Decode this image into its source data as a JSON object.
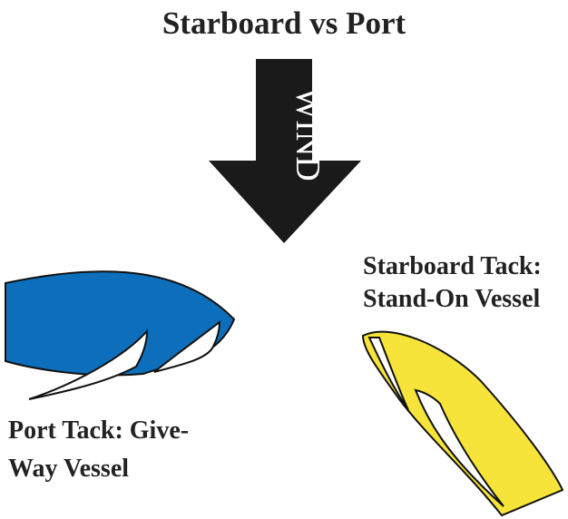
{
  "title": "Starboard vs Port",
  "wind_label": "WIND",
  "port_boat": {
    "label_line1": "Port Tack: Give-",
    "label_line2": "Way  Vessel",
    "hull_color": "#0d6fbc"
  },
  "starboard_boat": {
    "label_line1": "Starboard Tack:",
    "label_line2": "Stand-On Vessel",
    "hull_color": "#f7e43a"
  },
  "colors": {
    "arrow": "#1a1a1a",
    "outline": "#111111",
    "sail": "#ffffff"
  }
}
